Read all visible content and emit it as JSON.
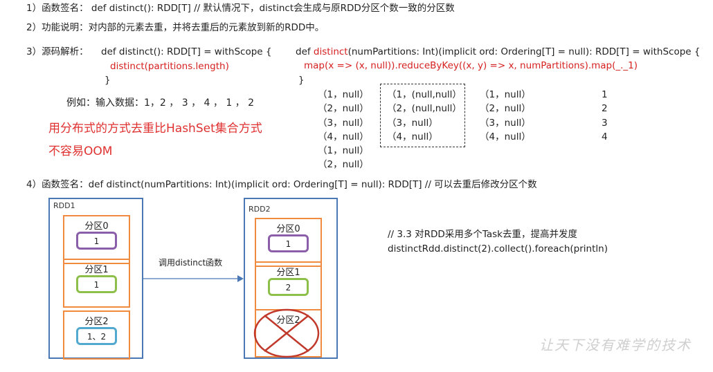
{
  "line1": "1）函数签名： def distinct(): RDD[T] // 默认情况下，distinct会生成与原RDD分区个数一致的分区数",
  "line2": "2）功能说明：对内部的元素去重，并将去重后的元素放到新的RDD中。",
  "line3_label": "3）源码解析：",
  "source_left": {
    "line1": "def distinct(): RDD[T] = withScope {",
    "line2": "distinct(partitions.length)",
    "line3": "}"
  },
  "source_right": {
    "def_prefix": "def ",
    "def_name": "distinct",
    "def_rest": "(numPartitions: Int)(implicit ord: Ordering[T] = null): RDD[T] = withScope {",
    "body": "map(x => (x, null)).reduceByKey((x, y) => x, numPartitions).map(_._1)",
    "close": "}"
  },
  "example": "例如：输入数据：1，2 ， 3 ， 4 ， 1 ， 2",
  "note_line1": "用分布式的方式去重比HashSet集合方式",
  "note_line2": "不容易OOM",
  "col_input": [
    "（1，null）",
    "（2，null）",
    "（3，null）",
    "（4，null）",
    "（1，null）",
    "（2，null）"
  ],
  "col_reduced": [
    "（1，(null,null）",
    "（2，(null,null）",
    "（3，null）",
    "（4，null）"
  ],
  "col_mapped": [
    "（1，null）",
    "（2，null）",
    "（3，null）",
    "（4，null）"
  ],
  "col_result": [
    "1",
    "2",
    "3",
    "4"
  ],
  "line4": "4）函数签名：def distinct(numPartitions: Int)(implicit ord: Ordering[T] = null): RDD[T] // 可以去重后修改分区个数",
  "rdd1": {
    "label": "RDD1",
    "partitions": [
      {
        "label": "分区0",
        "value": "1"
      },
      {
        "label": "分区1",
        "value": "1"
      },
      {
        "label": "分区2",
        "value": "1、2"
      }
    ]
  },
  "arrow_label": "调用distinct函数",
  "rdd2": {
    "label": "RDD2",
    "partitions": [
      {
        "label": "分区0",
        "value": "1"
      },
      {
        "label": "分区1",
        "value": "2"
      },
      {
        "label": "分区2"
      }
    ]
  },
  "code_comment": "// 3.3 对RDD采用多个Task去重，提高并发度",
  "code_line": "distinctRdd.distinct(2).collect().foreach(println)",
  "watermark": "让天下没有难学的技术",
  "colors": {
    "rdd_border": "#4a78b5",
    "partition_border": "#ef8a3e",
    "red_text": "#d62020",
    "cross": "#c0392b"
  }
}
